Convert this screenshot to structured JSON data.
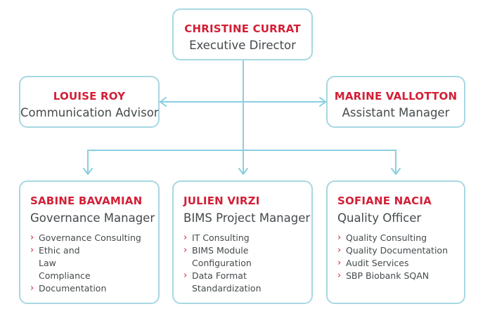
{
  "colors": {
    "accent": "#d31f36",
    "border": "#a7d8e2",
    "connector": "#89cfe0",
    "text": "#444a4c"
  },
  "director": {
    "name": "CHRISTINE CURRAT",
    "role": "Executive Director"
  },
  "left_advisor": {
    "name": "LOUISE ROY",
    "role": "Communication Advisor"
  },
  "right_advisor": {
    "name": "MARINE VALLOTTON",
    "role": "Assistant Manager"
  },
  "teams": [
    {
      "name": "SABINE BAVAMIAN",
      "role": "Governance Manager",
      "duties": [
        "Governance Consulting",
        "Ethic and Law Compliance",
        "Documentation"
      ]
    },
    {
      "name": "JULIEN VIRZI",
      "role": "BIMS Project Manager",
      "duties": [
        "IT Consulting",
        "BIMS Module Configuration",
        "Data Format Standardization"
      ]
    },
    {
      "name": "SOFIANE NACIA",
      "role": "Quality Officer",
      "duties": [
        "Quality Consulting",
        "Quality Documentation",
        "Audit Services",
        "SBP Biobank SQAN"
      ]
    }
  ]
}
